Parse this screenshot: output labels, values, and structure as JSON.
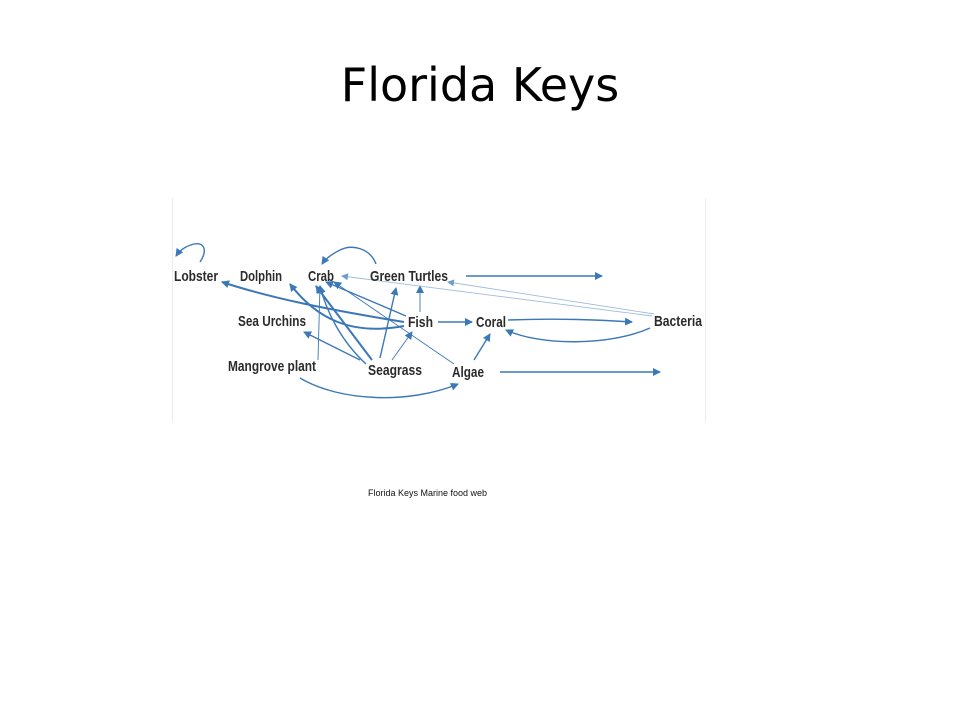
{
  "slide": {
    "title": "Florida Keys"
  },
  "diagram": {
    "caption": "Florida Keys Marine food web",
    "edge_color": "#3b78b8",
    "edge_color_light": "#9dbbdb",
    "nodes": [
      {
        "id": "lobster",
        "label": "Lobster"
      },
      {
        "id": "dolphin",
        "label": "Dolphin"
      },
      {
        "id": "crab",
        "label": "Crab"
      },
      {
        "id": "green-turtles",
        "label": "Green Turtles"
      },
      {
        "id": "sea-urchins",
        "label": "Sea Urchins"
      },
      {
        "id": "fish",
        "label": "Fish"
      },
      {
        "id": "coral",
        "label": "Coral"
      },
      {
        "id": "bacteria",
        "label": "Bacteria"
      },
      {
        "id": "mangrove-plant",
        "label": "Mangrove plant"
      },
      {
        "id": "seagrass",
        "label": "Seagrass"
      },
      {
        "id": "algae",
        "label": "Algae"
      }
    ]
  }
}
